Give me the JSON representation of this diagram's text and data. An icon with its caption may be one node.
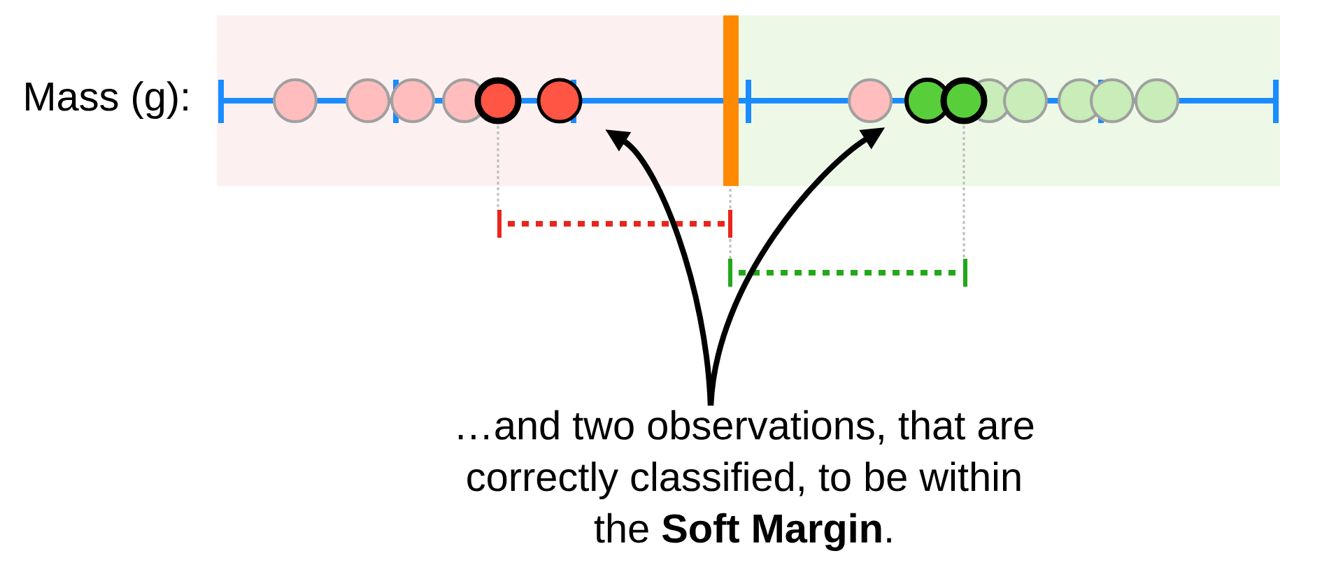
{
  "diagram": {
    "nodes": [
      {
        "text": [],
        "shape": "circle"
      },
      {
        "text": [],
        "shape": "circle"
      },
      {
        "text": [],
        "shape": "circle"
      },
      {
        "text": [],
        "shape": "circle"
      },
      {
        "text": [
          "…and two observations, that are correctly classified, to be within the **Soft Margin**."
        ]
      }
    ],
    "edges": [
      {
        "from": 4,
        "to": 1,
        "arrow": "to"
      },
      {
        "from": 4,
        "to": 2,
        "arrow": "to"
      }
    ],
    "labels": [
      "Mass (g):"
    ]
  }
}
